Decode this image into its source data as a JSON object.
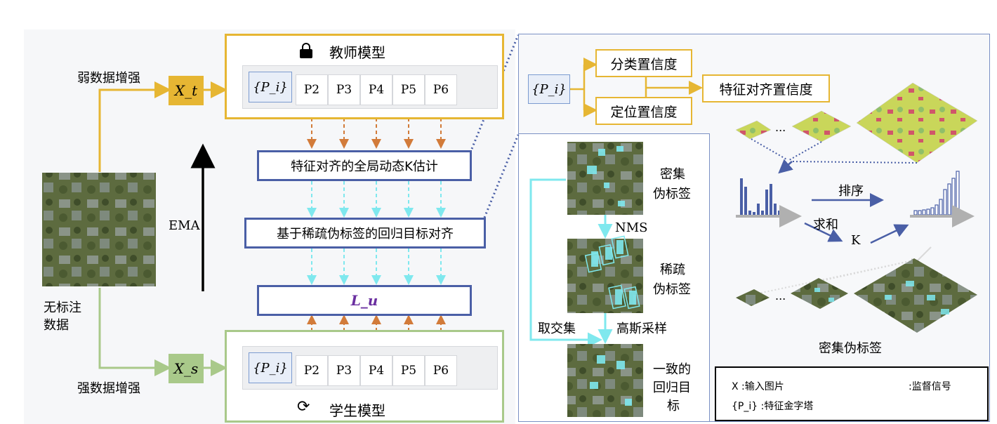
{
  "left": {
    "weak_aug_label": "弱数据增强",
    "strong_aug_label": "强数据增强",
    "xt_label": "X_t",
    "xs_label": "X_s",
    "unlabeled_line1": "无标注",
    "unlabeled_line2": "数据",
    "ema_label": "EMA"
  },
  "teacher": {
    "title": "教师模型",
    "icon": "lock-icon",
    "pi_label": "{P_i}",
    "levels": [
      "P2",
      "P3",
      "P4",
      "P5",
      "P6"
    ]
  },
  "student": {
    "title": "学生模型",
    "icon": "refresh-icon",
    "pi_label": "{P_i}",
    "levels": [
      "P2",
      "P3",
      "P4",
      "P5",
      "P6"
    ]
  },
  "middle": {
    "box1": "特征对齐的全局动态K估计",
    "box2": "基于稀疏伪标签的回归目标对齐",
    "loss": "L_u"
  },
  "right_top": {
    "pi_label": "{P_i}",
    "cls_conf": "分类置信度",
    "loc_conf": "定位置信度",
    "feat_conf": "特征对齐置信度",
    "ellipsis1": "...",
    "ellipsis2": "...",
    "sort_label": "排序",
    "sum_label": "求和",
    "k_label": "K",
    "dense_pl_caption": "密集伪标签"
  },
  "right_inner": {
    "dense_pl_1": "密集",
    "dense_pl_2": "伪标签",
    "nms_label": "NMS",
    "sparse_pl_1": "稀疏",
    "sparse_pl_2": "伪标签",
    "intersect_label": "取交集",
    "gauss_label": "高斯采样",
    "consistent_1": "一致的",
    "consistent_2": "回归目",
    "consistent_3": "标"
  },
  "legend": {
    "x_desc": "X :输入图片",
    "pi_desc": "{P_i} :特征金字塔",
    "signal_desc": ":监督信号"
  },
  "colors": {
    "yellow": "#e6b633",
    "green": "#a9c98a",
    "blue": "#4a5fa6",
    "orange": "#d27b3a",
    "cyan": "#7fe8ee",
    "purple": "#6a2fa0"
  }
}
